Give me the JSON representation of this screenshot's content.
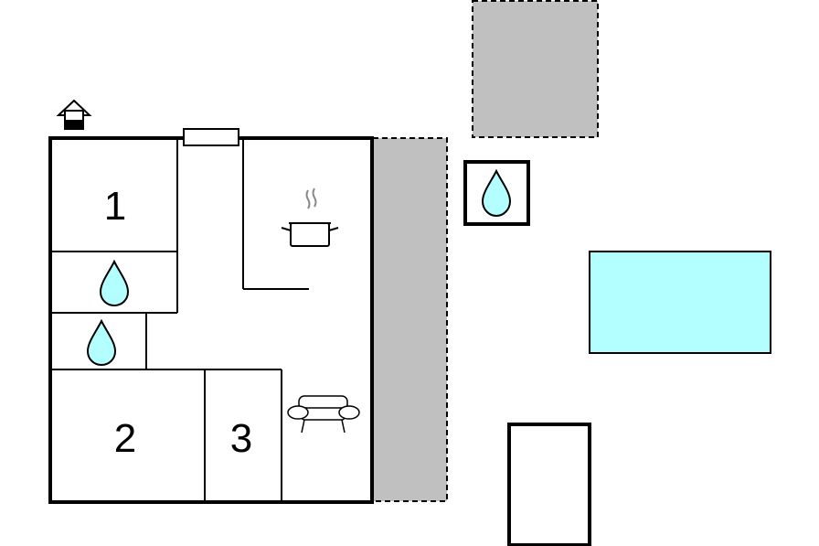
{
  "rooms": {
    "bedroom_1": "1",
    "bedroom_2": "2",
    "bedroom_3": "3"
  },
  "icons": {
    "house": "house-icon",
    "water_drop": "water-drop-icon",
    "cooking_pot": "cooking-pot-icon",
    "sofa": "sofa-icon"
  },
  "colors": {
    "wall": "#000000",
    "water": "#b3ffff",
    "pool": "#b3ffff",
    "terrace": "#c0c0c0"
  }
}
